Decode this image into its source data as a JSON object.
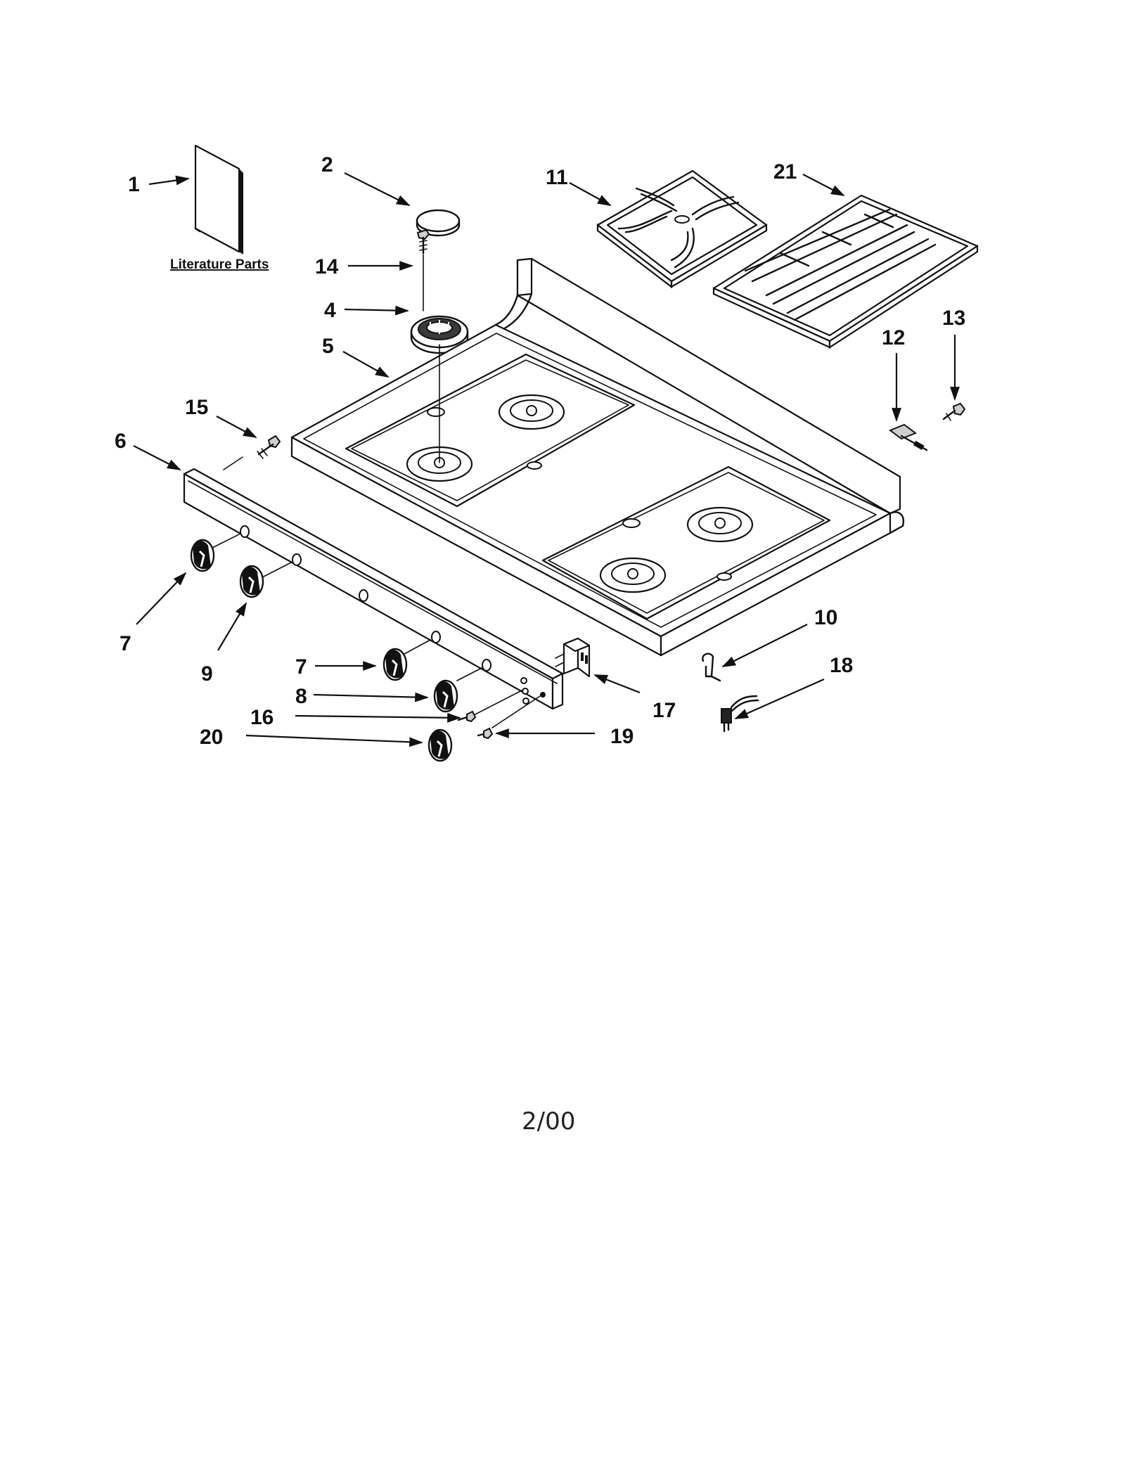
{
  "diagram": {
    "literature_label": "Literature Parts",
    "footer_text": "2/00",
    "callouts": {
      "c1": "1",
      "c2": "2",
      "c4": "4",
      "c5": "5",
      "c6": "6",
      "c7a": "7",
      "c7b": "7",
      "c8": "8",
      "c9": "9",
      "c10": "10",
      "c11": "11",
      "c12": "12",
      "c13": "13",
      "c14": "14",
      "c15": "15",
      "c16": "16",
      "c17": "17",
      "c18": "18",
      "c19": "19",
      "c20": "20",
      "c21": "21"
    }
  }
}
